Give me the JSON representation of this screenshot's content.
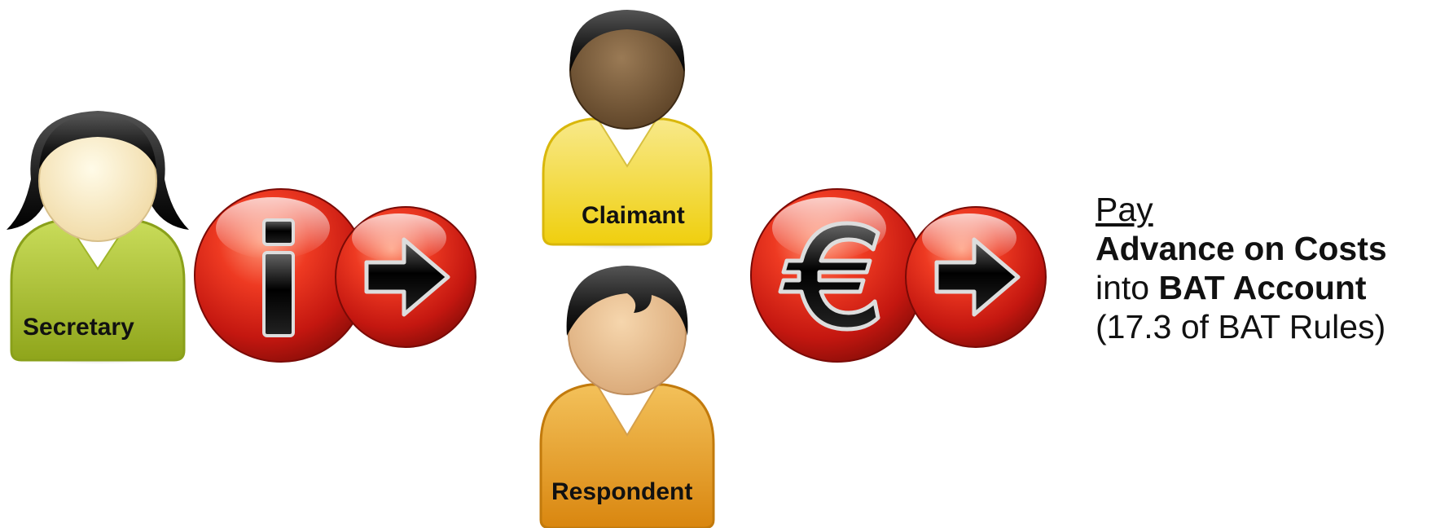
{
  "people": {
    "secretary": "Secretary",
    "claimant": "Claimant",
    "respondent": "Respondent"
  },
  "icons": {
    "info": "info-icon",
    "euro": "euro-icon",
    "arrow": "arrow-right-icon"
  },
  "caption": {
    "line1": "Pay",
    "line2": "Advance on Costs",
    "line3_prefix": "into ",
    "line3_bold": "BAT Account",
    "line4": "(17.3 of BAT Rules)"
  },
  "colors": {
    "secretary_body": "#a9c22b",
    "claimant_body": "#f0d42a",
    "respondent_body": "#e59a1f",
    "orb_red": "#d9231b"
  }
}
